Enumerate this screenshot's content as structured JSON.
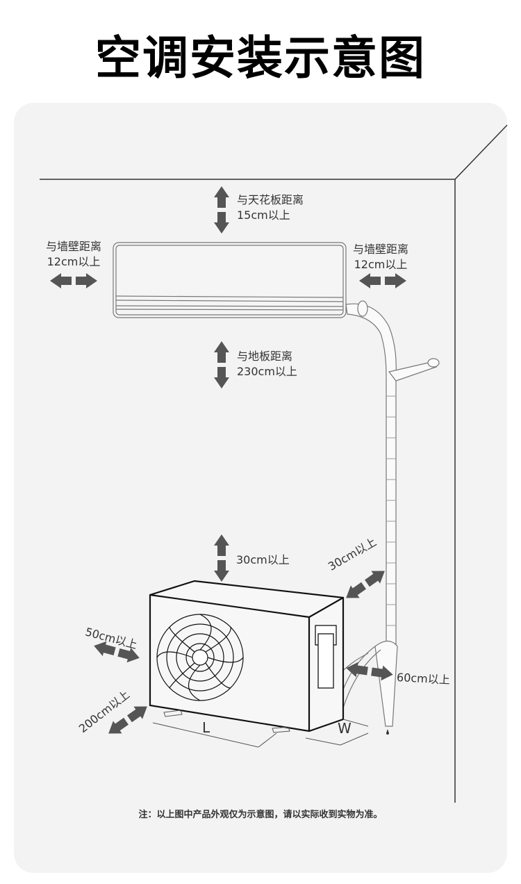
{
  "title": "空调安装示意图",
  "labels": {
    "ceiling": {
      "line1": "与天花板距离",
      "line2": "15cm以上"
    },
    "left_wall": {
      "line1": "与墙壁距离",
      "line2": "12cm以上"
    },
    "right_wall": {
      "line1": "与墙壁距离",
      "line2": "12cm以上"
    },
    "floor": {
      "line1": "与地板距离",
      "line2": "230cm以上"
    },
    "outdoor_top": "30cm以上",
    "outdoor_back": "30cm以上",
    "outdoor_left": "50cm以上",
    "outdoor_front": "200cm以上",
    "outdoor_right": "60cm以上",
    "dim_length": "L",
    "dim_width": "W"
  },
  "note": "注：以上图中产品外观仅为示意图，请以实际收到实物为准。",
  "colors": {
    "arrow": "#555555",
    "background": "#f3f3f3",
    "line": "#222222"
  }
}
